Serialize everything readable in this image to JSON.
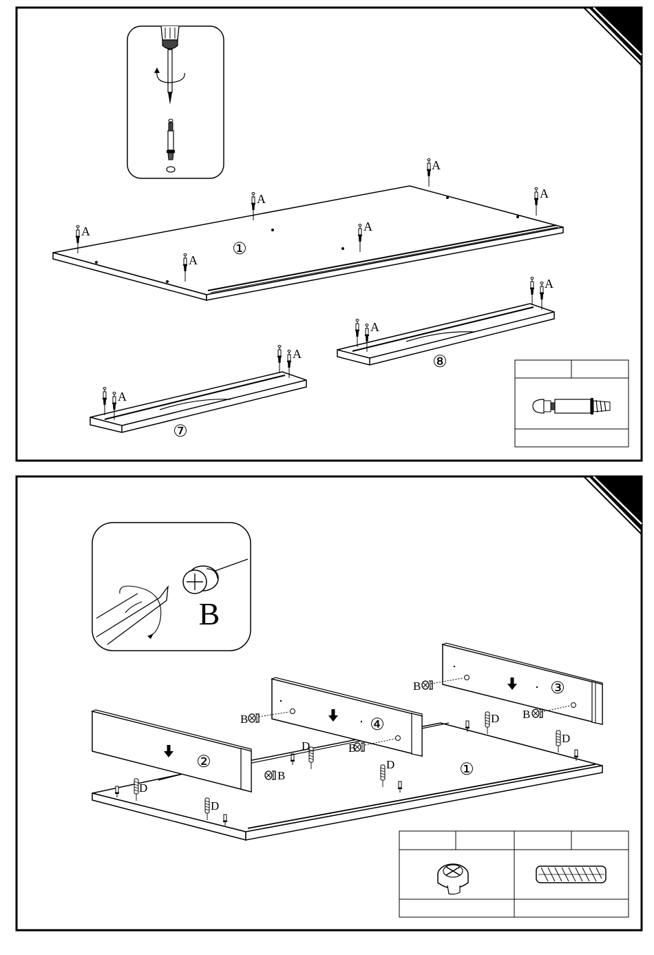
{
  "step1": {
    "board_main": "①",
    "board_left": "⑦",
    "board_right": "⑧",
    "hw_label": "A",
    "hw_table": {
      "part_letter": "",
      "quantity": "",
      "name": ""
    },
    "inset": {
      "tool": "screwdriver-icon"
    }
  },
  "step2": {
    "board_base": "①",
    "board_front": "②",
    "board_back": "③",
    "board_mid": "④",
    "cam_label": "B",
    "dowel_label": "D",
    "inset_label": "B",
    "hw_table": {
      "cam_letter": "",
      "cam_qty": "",
      "dowel_letter": "",
      "dowel_qty": ""
    }
  }
}
